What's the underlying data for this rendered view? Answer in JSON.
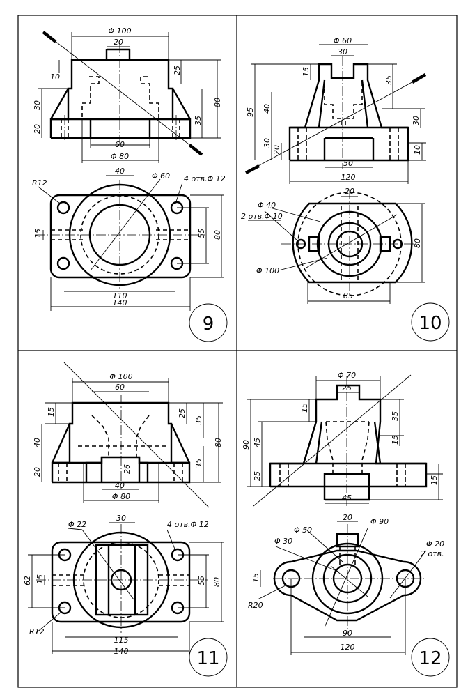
{
  "sheet": {
    "panels": [
      {
        "number": "9",
        "front_dims": [
          "Φ 100",
          "20",
          "10",
          "25",
          "80",
          "30",
          "20",
          "35",
          "60",
          "Φ 80"
        ],
        "top_dims": [
          "40",
          "Φ 60",
          "4 отв.Φ 12",
          "R12",
          "15",
          "55",
          "80",
          "110",
          "140"
        ]
      },
      {
        "number": "10",
        "front_dims": [
          "Φ 60",
          "30",
          "15",
          "35",
          "95",
          "40",
          "30",
          "30",
          "20",
          "10",
          "50",
          "120"
        ],
        "top_dims": [
          "20",
          "Φ 40",
          "2 отв.Φ 10",
          "80",
          "Φ 100",
          "85"
        ]
      },
      {
        "number": "11",
        "front_dims": [
          "Φ 100",
          "60",
          "15",
          "25",
          "35",
          "40",
          "80",
          "20",
          "26",
          "35",
          "40",
          "Φ 80"
        ],
        "top_dims": [
          "30",
          "Φ 22",
          "4 отв.Φ 12",
          "62",
          "15",
          "55",
          "80",
          "R12",
          "115",
          "140"
        ]
      },
      {
        "number": "12",
        "front_dims": [
          "Φ 70",
          "25",
          "15",
          "35",
          "90",
          "45",
          "15",
          "25",
          "15",
          "45"
        ],
        "top_dims": [
          "20",
          "Φ 50",
          "Φ 90",
          "Φ 30",
          "Φ 20",
          "2 отв.",
          "15",
          "R20",
          "90",
          "120"
        ]
      }
    ]
  }
}
